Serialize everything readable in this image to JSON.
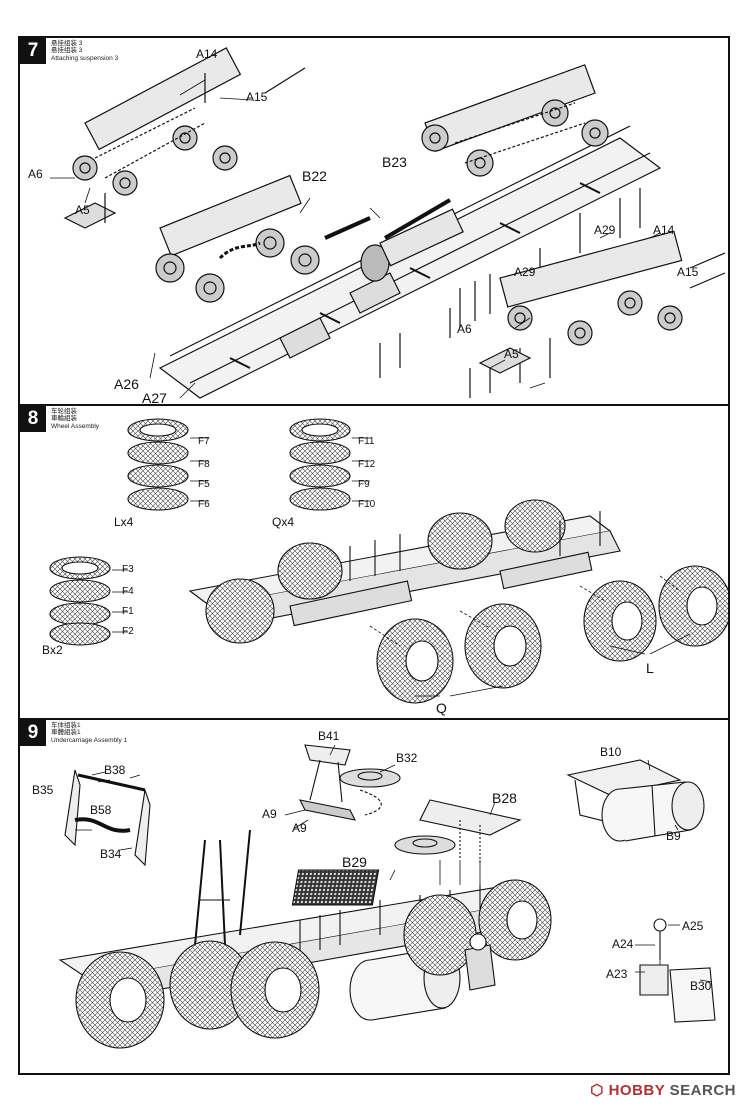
{
  "steps": [
    {
      "number": "7",
      "title_cn_1": "悬挂组装 3",
      "title_cn_2": "悬挂组装 3",
      "title_en": "Attaching suspension 3",
      "labels": [
        "A14",
        "A15",
        "A6",
        "A5",
        "B22",
        "B23",
        "A26",
        "A27",
        "A29",
        "A14",
        "A29",
        "A15",
        "A6",
        "A5"
      ]
    },
    {
      "number": "8",
      "title_cn_1": "车轮组装",
      "title_cn_2": "車輪組装",
      "title_en": "Wheel Assembly",
      "labels": [
        "F7",
        "F8",
        "F5",
        "F6",
        "Lx4",
        "F11",
        "F12",
        "F9",
        "F10",
        "Qx4",
        "F3",
        "F4",
        "F1",
        "F2",
        "Bx2",
        "L",
        "Q"
      ]
    },
    {
      "number": "9",
      "title_cn_1": "车体组装1",
      "title_cn_2": "車體組装1",
      "title_en": "Undercarriage Assembly 1",
      "labels": [
        "B35",
        "B38",
        "B58",
        "B34",
        "B41",
        "B32",
        "A9",
        "A9",
        "B28",
        "B29",
        "B10",
        "B9",
        "A24",
        "A25",
        "A23",
        "B30"
      ]
    }
  ],
  "watermark": {
    "mark": "⬡",
    "brand": "HOBBY",
    "search": " SEARCH"
  }
}
